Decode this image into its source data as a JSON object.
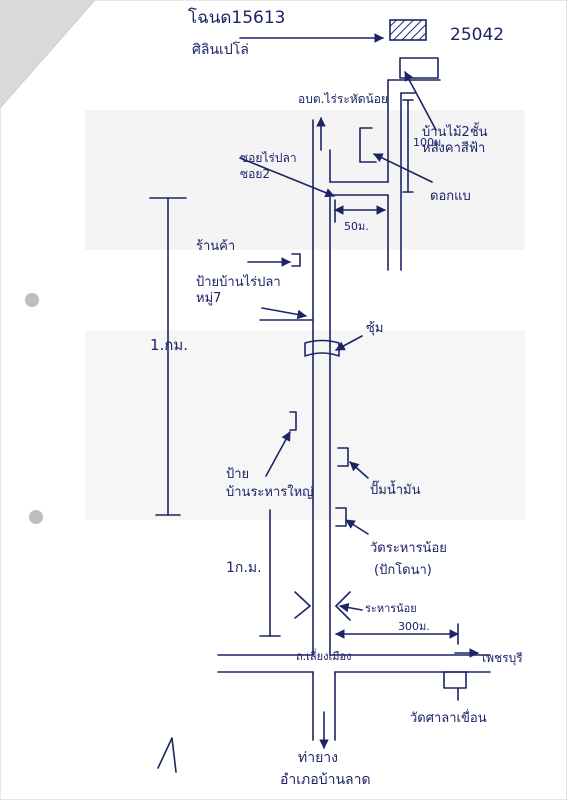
{
  "header": {
    "case_number": "โฉนด15613",
    "ref_number": "25042",
    "owner_name": "ศิลินเปโล่"
  },
  "labels": {
    "obt": "อบต.ไร่ระหัดน้อย",
    "house": [
      "บ้านไม้2ชั้น",
      "หลังคาสีฟ้า"
    ],
    "soi": [
      "ซอยไร่ปลา",
      "ซอย2"
    ],
    "dist_100": "100ม.",
    "dist_50": "50ม.",
    "tree": "ดอกแบ",
    "shop": "ร้านค้า",
    "village_sign": [
      "ป้ายบ้านไร่ปลา",
      "หมู่7"
    ],
    "dist_1km_a": "1.กม.",
    "culvert": "ซุ้ม",
    "sign2": [
      "ป้าย",
      "บ้านระหารใหญ่"
    ],
    "gas": "ปั๊มน้ำมัน",
    "temple": [
      "วัดระหารน้อย",
      "(ปักโดนา)"
    ],
    "dist_1km_b": "1ก.ม.",
    "intersection": "ระหารน้อย",
    "dist_300": "300ม.",
    "road": "ถ.เลี่ยงเมือง",
    "to_right": "เพชรบุรี",
    "temple2": "วัดศาลาเขื่อน",
    "to_south": [
      "ท่ายาง",
      "อำเภอบ้านลาด"
    ]
  },
  "colors": {
    "paper": "#ffffff",
    "ink": "#1c2466",
    "hatch": "#1c2466",
    "background": "#d9d9d9"
  },
  "icons": [
    "north-arrow-icon",
    "punch-hole-icon"
  ]
}
